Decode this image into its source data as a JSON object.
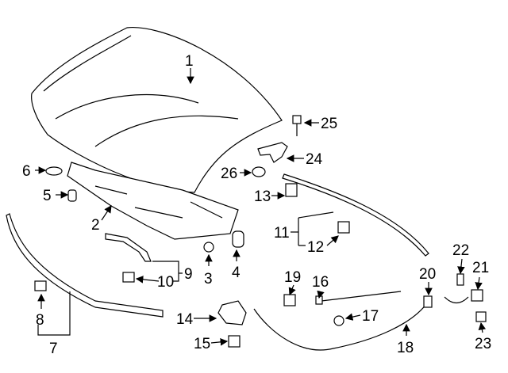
{
  "callouts": [
    "1",
    "2",
    "3",
    "4",
    "5",
    "6",
    "7",
    "8",
    "9",
    "10",
    "11",
    "12",
    "13",
    "14",
    "15",
    "16",
    "17",
    "18",
    "19",
    "20",
    "21",
    "22",
    "23",
    "24",
    "25",
    "26"
  ]
}
